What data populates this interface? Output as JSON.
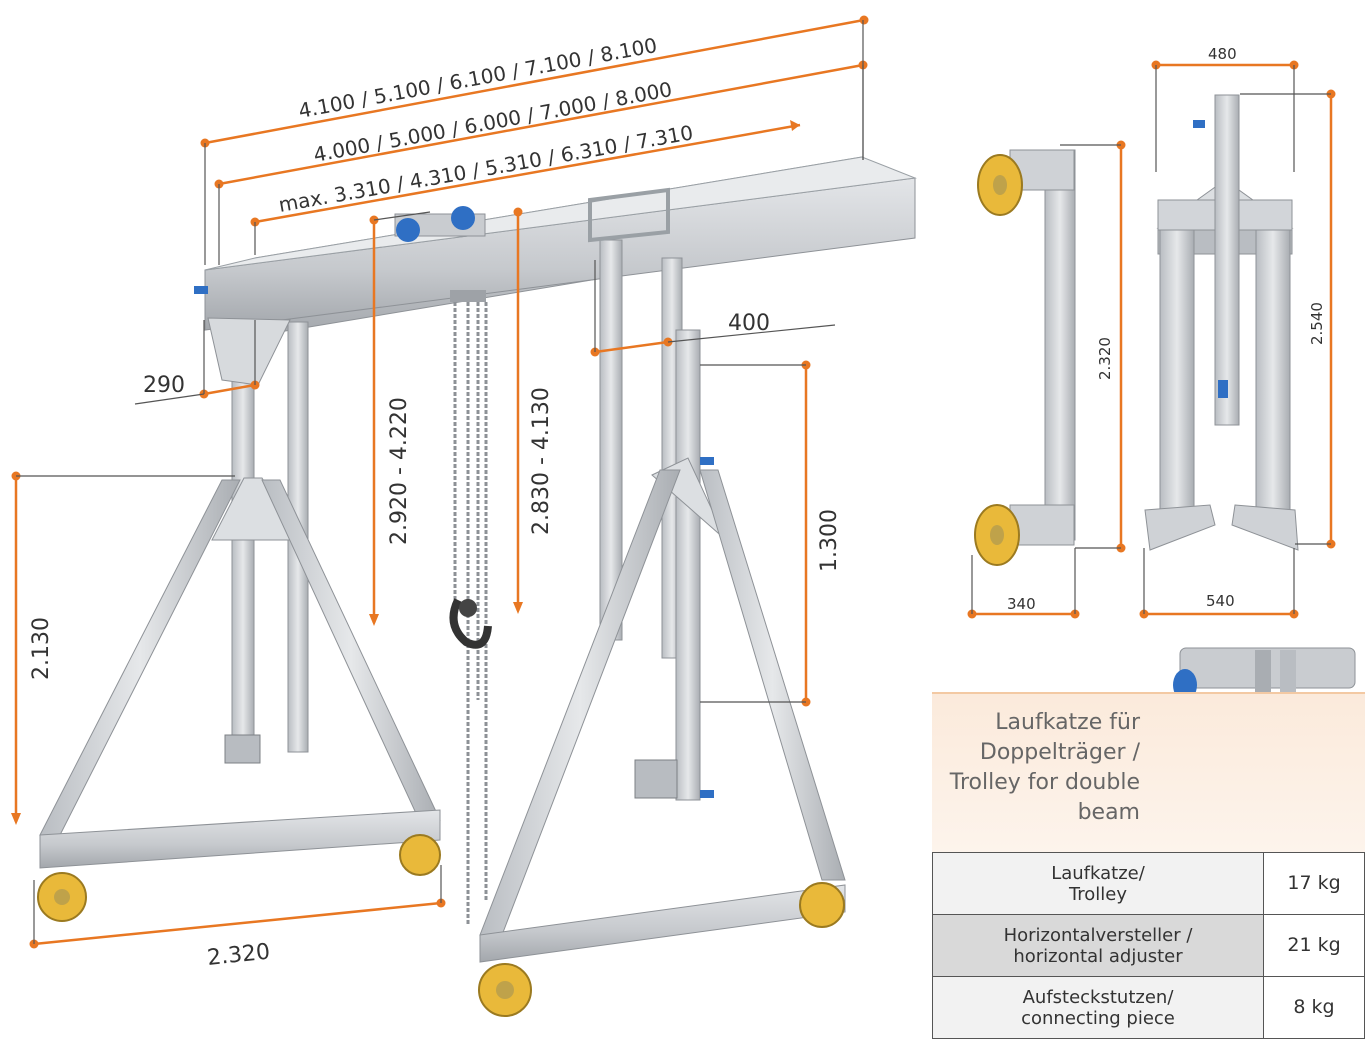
{
  "colors": {
    "dimension": "#e87722",
    "aluminium": "#c9ccd0",
    "aluminium_dark": "#9ea2a7",
    "wheel": "#e9b93a",
    "knob": "#2f6fc4"
  },
  "main_crane": {
    "width_outer": "4.100 / 5.100 / 6.100 / 7.100 / 8.100",
    "width_beam": "4.000 / 5.000 / 6.000 / 7.000 / 8.000",
    "width_travel": "max. 3.310 / 4.310 / 5.310 / 6.310 / 7.310",
    "height_hook_a": "2.920 - 4.220",
    "height_hook_b": "2.830 - 4.130",
    "offset_left": "290",
    "offset_right": "400",
    "height_adjust": "1.300",
    "height_base": "2.130",
    "base_width": "2.320"
  },
  "side_view": {
    "height": "2.320",
    "width": "340"
  },
  "front_view": {
    "top_width": "480",
    "height": "2.540",
    "bottom_width": "540"
  },
  "trolley_panel": {
    "label": "Laufkatze für Doppelträger / Trolley for double beam"
  },
  "weights_table": [
    {
      "name_line1": "Laufkatze/",
      "name_line2": "Trolley",
      "weight": "17 kg"
    },
    {
      "name_line1": "Horizontalversteller /",
      "name_line2": "horizontal adjuster",
      "weight": "21 kg"
    },
    {
      "name_line1": "Aufsteckstutzen/",
      "name_line2": "connecting piece",
      "weight": "8 kg"
    }
  ]
}
